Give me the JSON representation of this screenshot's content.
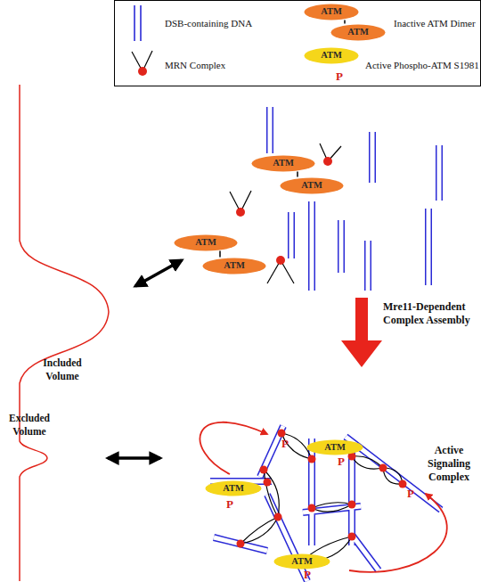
{
  "diagram": {
    "nodes": [
      {
        "text": [
          "ATM"
        ]
      },
      {
        "text": [
          "ATM"
        ]
      },
      {
        "text": [
          "ATM"
        ]
      },
      {
        "text": [
          "ATM"
        ]
      },
      {
        "text": [
          "ATM"
        ]
      },
      {
        "text": [
          "ATM"
        ]
      },
      {
        "text": [
          "ATM"
        ]
      },
      {
        "text": [
          "ATM"
        ]
      },
      {
        "text": [
          "ATM"
        ]
      },
      {
        "text": [
          "ATM"
        ]
      }
    ],
    "edges": [
      {
        "from": 0,
        "to": 1,
        "arrow": "none"
      },
      {
        "from": 3,
        "to": 4,
        "arrow": "none"
      },
      {
        "from": 5,
        "to": 6,
        "arrow": "none"
      }
    ],
    "labels": [
      "P",
      "Mre11-Dependent Complex Assembly",
      "Included Volume",
      "Excluded Volume",
      "P",
      "Active Signaling Complex",
      "P",
      "P",
      "P",
      "P"
    ],
    "legend": [
      {
        "text": "DSB-containing DNA"
      },
      {
        "text": "Inactive ATM Dimer"
      },
      {
        "text": "MRN Complex"
      },
      {
        "text": "Active Phospho-ATM S1981"
      }
    ]
  }
}
